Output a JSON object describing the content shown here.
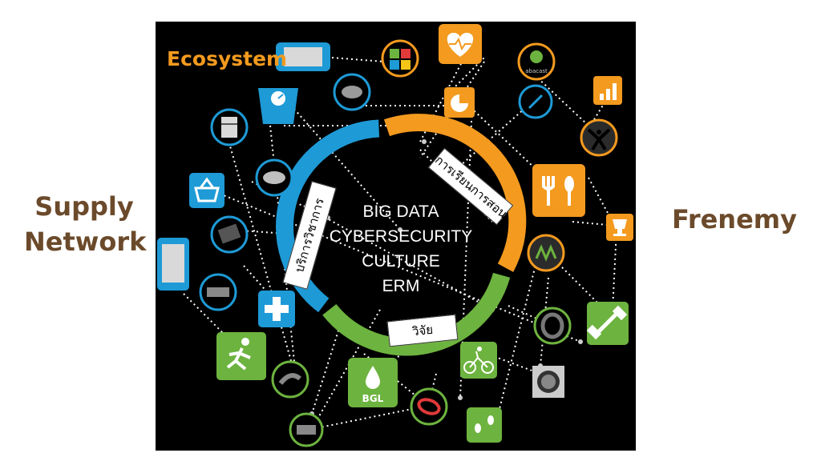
{
  "left_label": [
    "Supply",
    "Network"
  ],
  "right_label": "Frenemy",
  "ecosystem_title": "Ecosystem",
  "center": [
    "BIG DATA",
    "CYBERSECURITY",
    "CULTURE",
    "ERM"
  ],
  "bands": {
    "left": "บริการวิชาการ",
    "right": "การเรียนการสอน",
    "bottom": "วิจัย"
  },
  "icons": {
    "bgl_label": "BGL",
    "device_label": "abacast"
  },
  "colors": {
    "ring_blue": "#1e9ad6",
    "ring_orange": "#f39a1f",
    "ring_green": "#6db33f",
    "label_brown": "#6b4a2b"
  }
}
